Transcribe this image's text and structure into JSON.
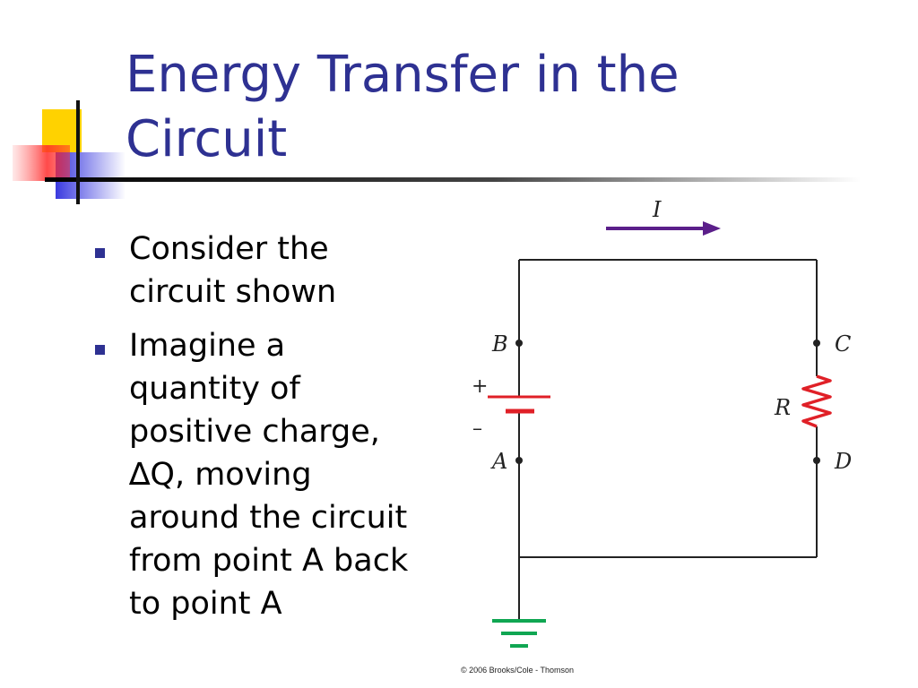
{
  "slide": {
    "title_lines": [
      "Energy Transfer in the",
      "Circuit"
    ],
    "bullets": [
      {
        "lines": [
          "Consider the",
          "circuit shown"
        ]
      },
      {
        "lines": [
          "Imagine a",
          "quantity of",
          "positive charge,",
          "∆Q, moving",
          "around the circuit",
          "from point A back",
          "to point A"
        ]
      }
    ]
  },
  "diagram": {
    "current_label": "I",
    "points": {
      "a": "A",
      "b": "B",
      "c": "C",
      "d": "D"
    },
    "resistor_label": "R",
    "battery_plus": "+",
    "battery_minus": "–"
  },
  "copyright": "© 2006 Brooks/Cole - Thomson",
  "colors": {
    "title": "#2e3192",
    "current_arrow": "#5b1f8a",
    "battery": "#e02027",
    "resistor": "#e02027",
    "ground": "#10a652",
    "wire": "#222222"
  }
}
